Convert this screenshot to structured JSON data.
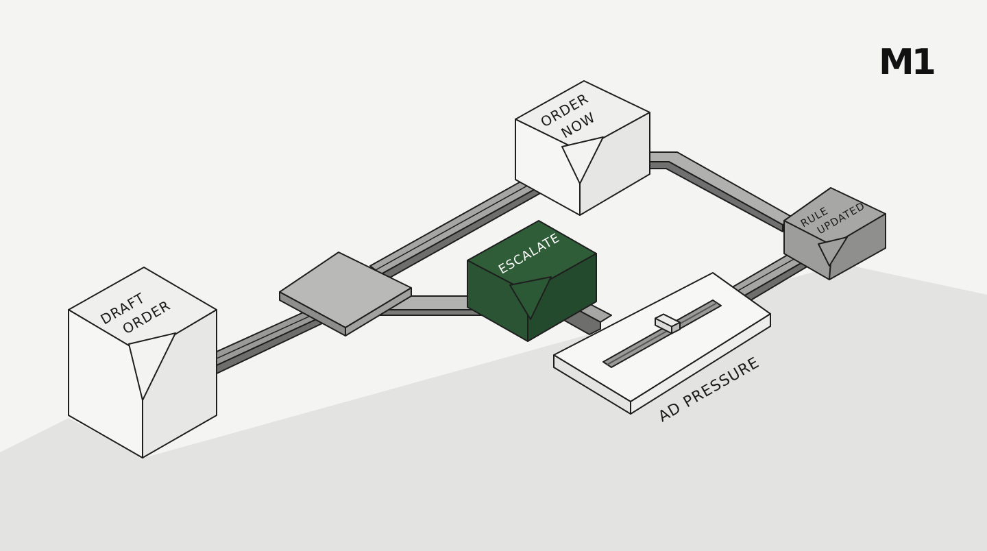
{
  "logo": {
    "text": "M1"
  },
  "nodes": {
    "draft_order": {
      "line1": "DRAFT",
      "line2": "ORDER"
    },
    "order_now": {
      "line1": "ORDER",
      "line2": "NOW"
    },
    "escalate": {
      "label": "ESCALATE"
    },
    "rule_updated": {
      "line1": "RULE",
      "line2": "UPDATED"
    },
    "ad_pressure": {
      "label": "AD PRESSURE",
      "slider_level": 0.55
    }
  },
  "colors": {
    "background": "#f4f4f3",
    "shadow": "#e2e2e1",
    "box_light": "#efefee",
    "box_side": "#e6e6e5",
    "escalate": "#2e5b36",
    "rule_updated": "#a3a3a2",
    "hub": "#b9b9b8",
    "rail": "#8e8e8d"
  }
}
